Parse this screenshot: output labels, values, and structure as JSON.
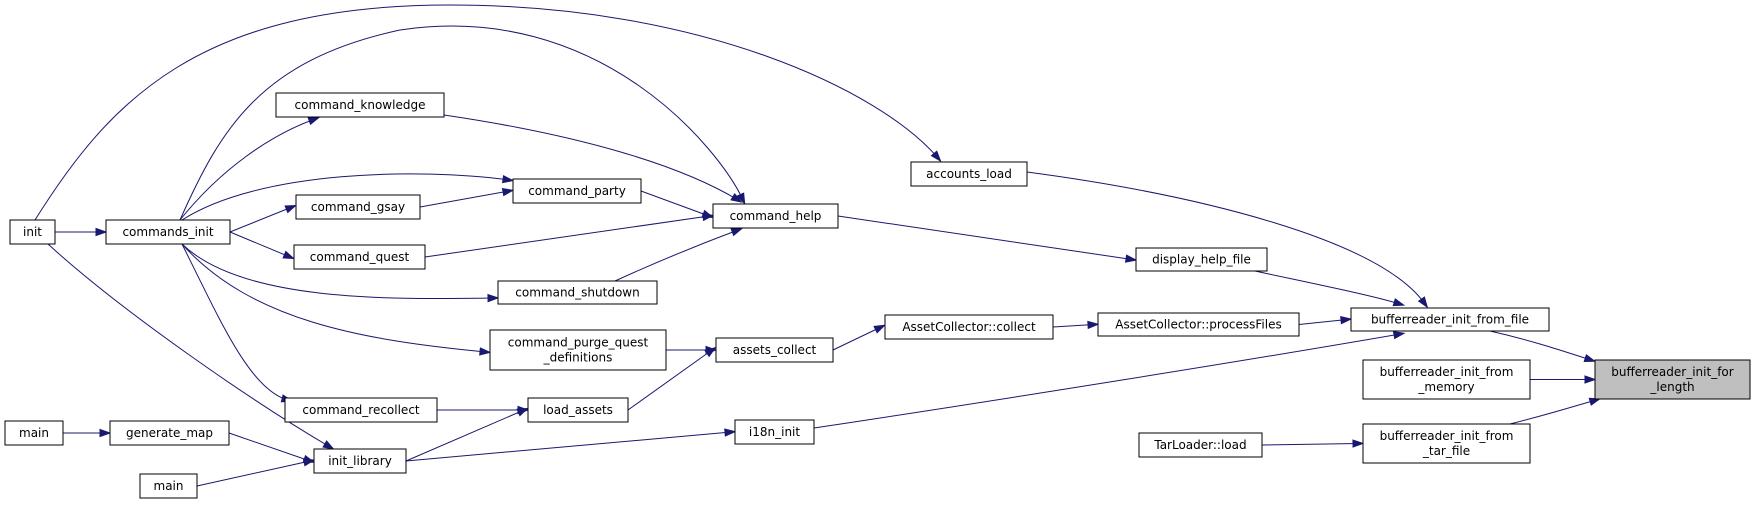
{
  "graph": {
    "title": "",
    "edge_color": "#191970",
    "focus_fill": "#bfbfbf",
    "nodes": [
      {
        "id": "bufferreader_init_for_length",
        "lines": [
          "bufferreader_init_for",
          "_length"
        ],
        "focus": true
      },
      {
        "id": "bufferreader_init_from_file",
        "lines": [
          "bufferreader_init_from_file"
        ]
      },
      {
        "id": "bufferreader_init_from_memory",
        "lines": [
          "bufferreader_init_from",
          "_memory"
        ]
      },
      {
        "id": "bufferreader_init_from_tar_file",
        "lines": [
          "bufferreader_init_from",
          "_tar_file"
        ]
      },
      {
        "id": "accounts_load",
        "lines": [
          "accounts_load"
        ]
      },
      {
        "id": "display_help_file",
        "lines": [
          "display_help_file"
        ]
      },
      {
        "id": "AssetCollector_processFiles",
        "lines": [
          "AssetCollector::processFiles"
        ]
      },
      {
        "id": "AssetCollector_collect",
        "lines": [
          "AssetCollector::collect"
        ]
      },
      {
        "id": "i18n_init",
        "lines": [
          "i18n_init"
        ]
      },
      {
        "id": "TarLoader_load",
        "lines": [
          "TarLoader::load"
        ]
      },
      {
        "id": "command_help",
        "lines": [
          "command_help"
        ]
      },
      {
        "id": "assets_collect",
        "lines": [
          "assets_collect"
        ]
      },
      {
        "id": "load_assets",
        "lines": [
          "load_assets"
        ]
      },
      {
        "id": "init_library",
        "lines": [
          "init_library"
        ]
      },
      {
        "id": "command_knowledge",
        "lines": [
          "command_knowledge"
        ]
      },
      {
        "id": "command_party",
        "lines": [
          "command_party"
        ]
      },
      {
        "id": "command_gsay",
        "lines": [
          "command_gsay"
        ]
      },
      {
        "id": "command_quest",
        "lines": [
          "command_quest"
        ]
      },
      {
        "id": "command_shutdown",
        "lines": [
          "command_shutdown"
        ]
      },
      {
        "id": "command_purge_quest_definitions",
        "lines": [
          "command_purge_quest",
          "_definitions"
        ]
      },
      {
        "id": "command_recollect",
        "lines": [
          "command_recollect"
        ]
      },
      {
        "id": "commands_init",
        "lines": [
          "commands_init"
        ]
      },
      {
        "id": "init",
        "lines": [
          "init"
        ]
      },
      {
        "id": "generate_map",
        "lines": [
          "generate_map"
        ]
      },
      {
        "id": "main_1",
        "lines": [
          "main"
        ]
      },
      {
        "id": "main_2",
        "lines": [
          "main"
        ]
      }
    ],
    "edges": [
      {
        "from": "bufferreader_init_from_file",
        "to": "bufferreader_init_for_length"
      },
      {
        "from": "bufferreader_init_from_memory",
        "to": "bufferreader_init_for_length"
      },
      {
        "from": "bufferreader_init_from_tar_file",
        "to": "bufferreader_init_for_length"
      },
      {
        "from": "accounts_load",
        "to": "bufferreader_init_from_file"
      },
      {
        "from": "display_help_file",
        "to": "bufferreader_init_from_file"
      },
      {
        "from": "AssetCollector_processFiles",
        "to": "bufferreader_init_from_file"
      },
      {
        "from": "i18n_init",
        "to": "bufferreader_init_from_file"
      },
      {
        "from": "TarLoader_load",
        "to": "bufferreader_init_from_tar_file"
      },
      {
        "from": "init",
        "to": "accounts_load"
      },
      {
        "from": "command_help",
        "to": "display_help_file"
      },
      {
        "from": "AssetCollector_collect",
        "to": "AssetCollector_processFiles"
      },
      {
        "from": "assets_collect",
        "to": "AssetCollector_collect"
      },
      {
        "from": "init_library",
        "to": "i18n_init"
      },
      {
        "from": "commands_init",
        "to": "command_help"
      },
      {
        "from": "command_knowledge",
        "to": "command_help"
      },
      {
        "from": "command_party",
        "to": "command_help"
      },
      {
        "from": "command_quest",
        "to": "command_help"
      },
      {
        "from": "command_shutdown",
        "to": "command_help"
      },
      {
        "from": "command_purge_quest_definitions",
        "to": "assets_collect"
      },
      {
        "from": "load_assets",
        "to": "assets_collect"
      },
      {
        "from": "command_recollect",
        "to": "load_assets"
      },
      {
        "from": "init_library",
        "to": "load_assets"
      },
      {
        "from": "commands_init",
        "to": "command_knowledge"
      },
      {
        "from": "commands_init",
        "to": "command_party"
      },
      {
        "from": "command_gsay",
        "to": "command_party"
      },
      {
        "from": "commands_init",
        "to": "command_gsay"
      },
      {
        "from": "commands_init",
        "to": "command_quest"
      },
      {
        "from": "commands_init",
        "to": "command_shutdown"
      },
      {
        "from": "commands_init",
        "to": "command_purge_quest_definitions"
      },
      {
        "from": "commands_init",
        "to": "command_recollect"
      },
      {
        "from": "init",
        "to": "commands_init"
      },
      {
        "from": "init",
        "to": "init_library"
      },
      {
        "from": "generate_map",
        "to": "init_library"
      },
      {
        "from": "main_2",
        "to": "init_library"
      },
      {
        "from": "main_1",
        "to": "generate_map"
      }
    ]
  }
}
